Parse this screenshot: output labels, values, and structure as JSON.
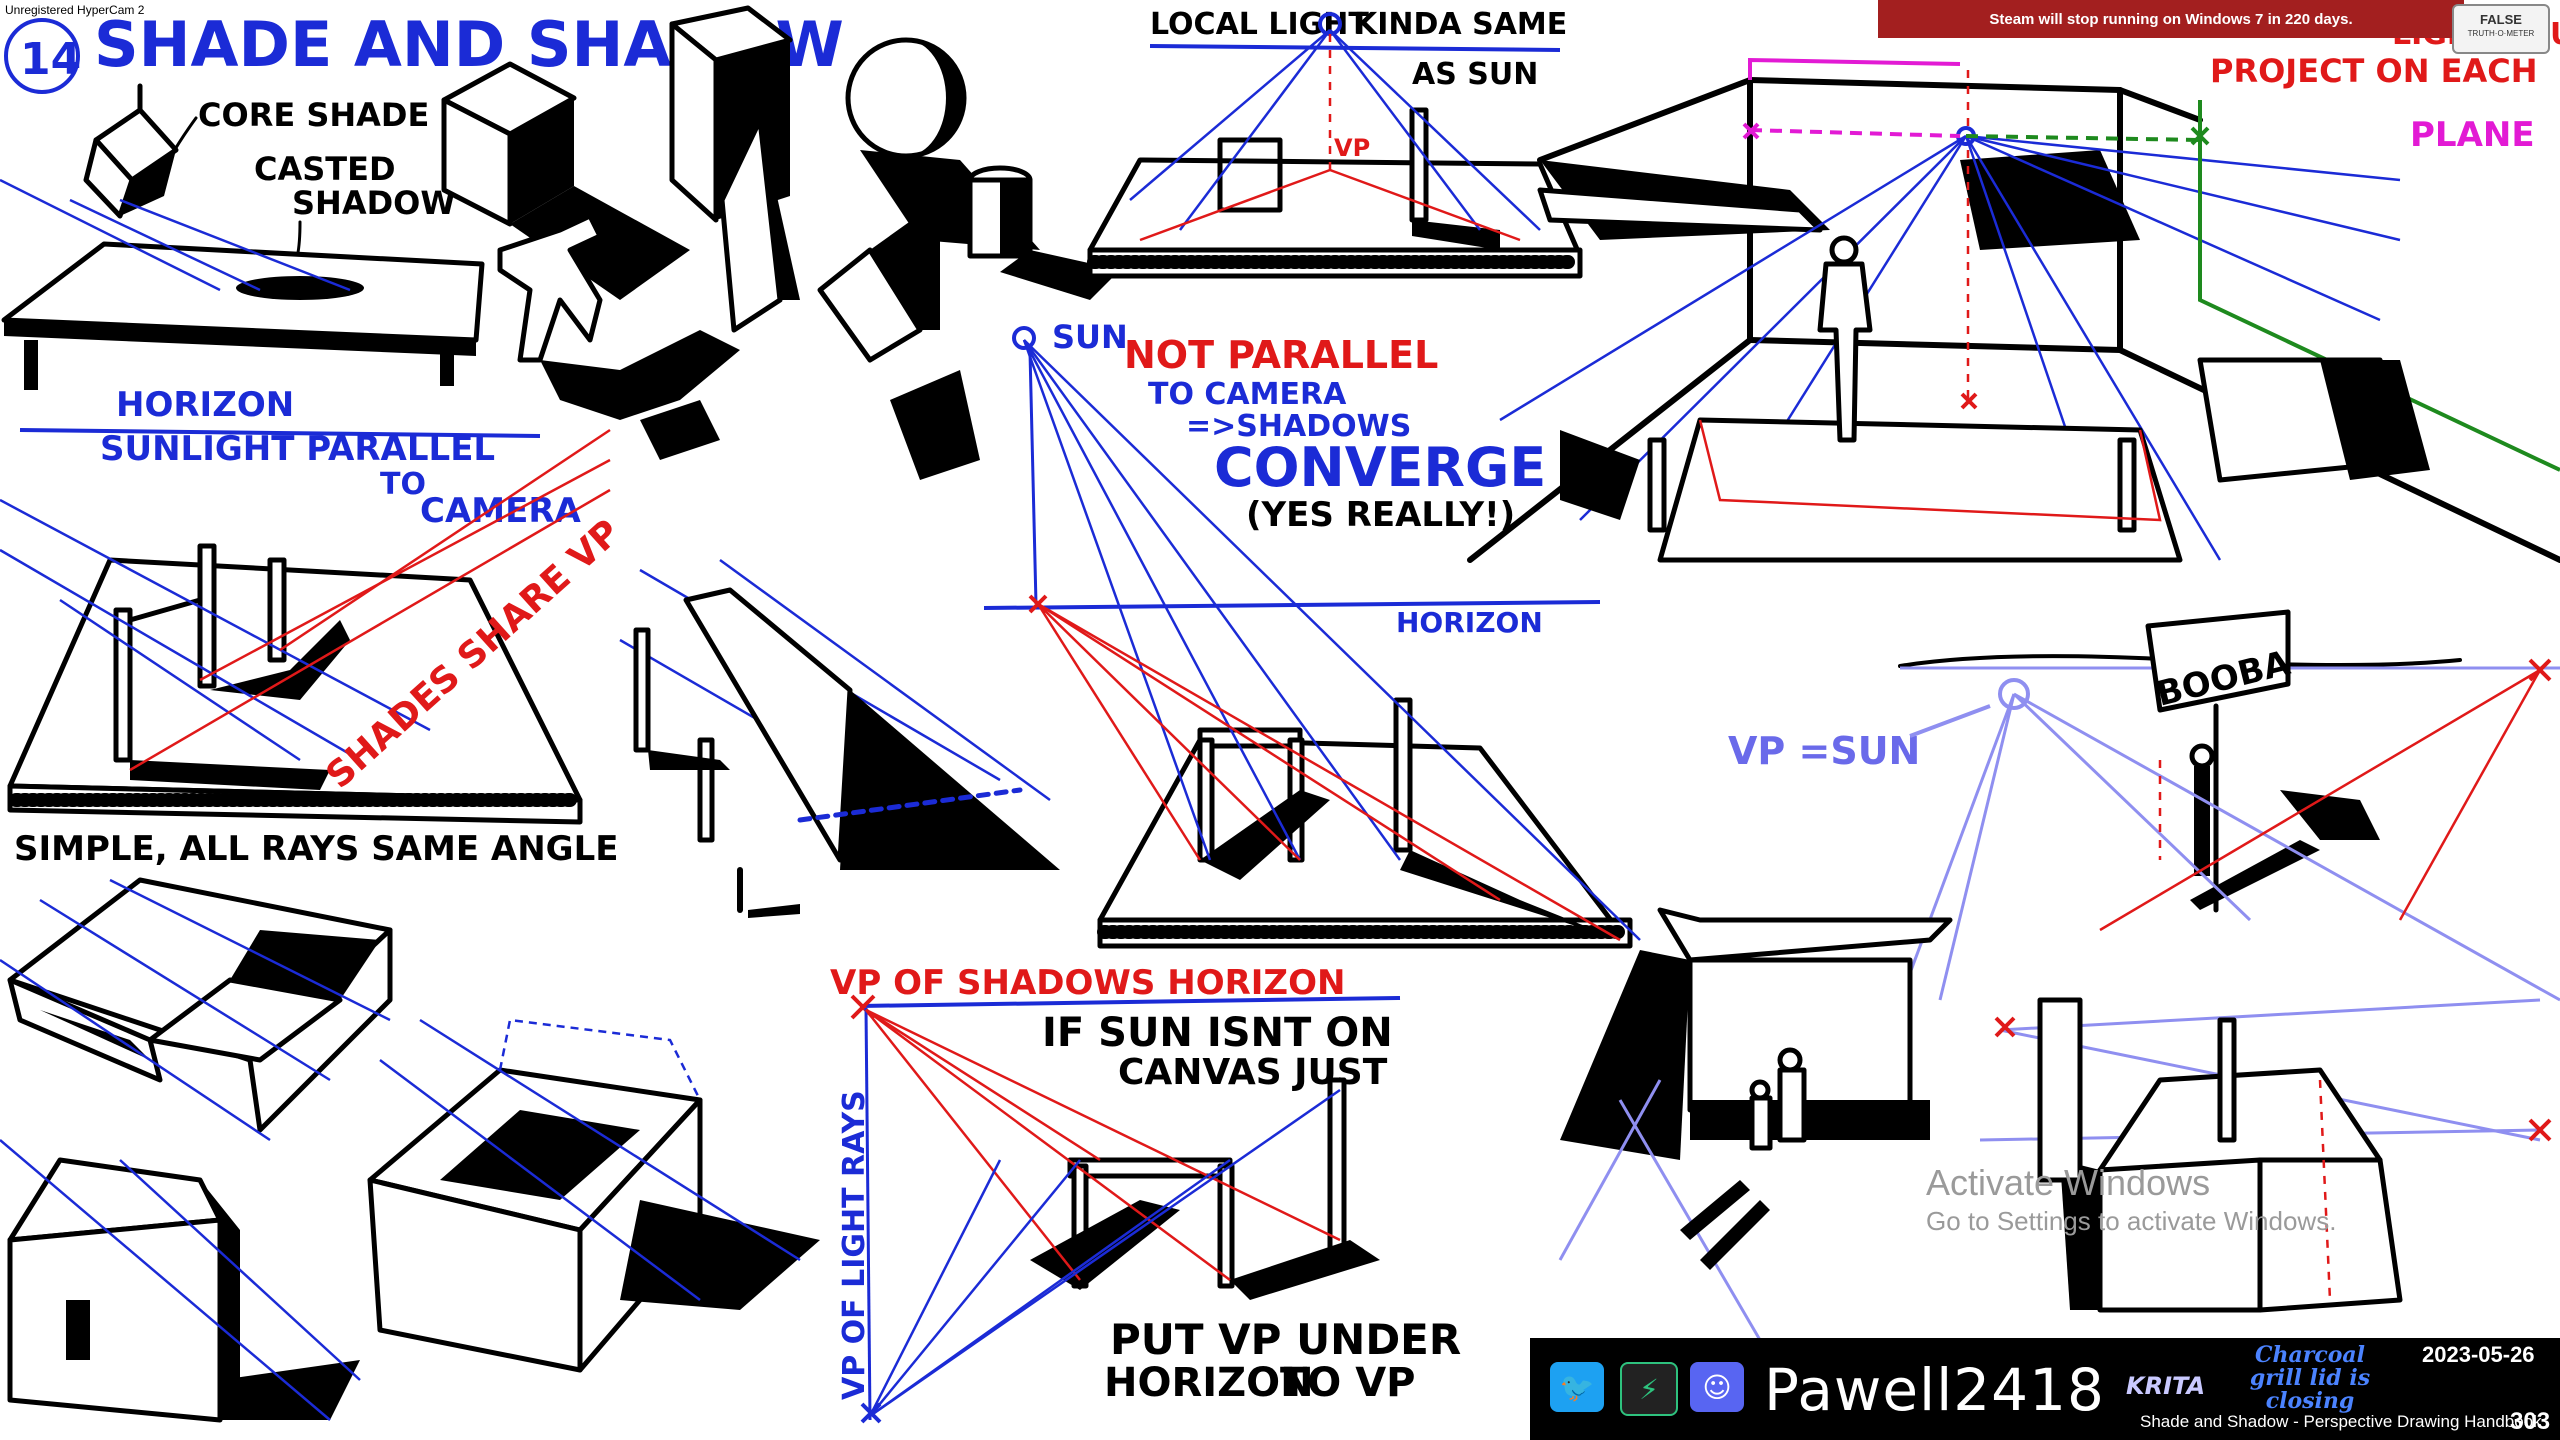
{
  "recorder": {
    "label": "Unregistered HyperCam 2"
  },
  "notifications": {
    "steam": "Steam will stop running on Windows 7 in 220 days.",
    "badge_title": "FALSE",
    "badge_sub": "TRUTH·O·METER"
  },
  "labels": {
    "section_number": "14",
    "title": "SHADE AND SHADOW",
    "core_shade": "CORE SHADE",
    "casted": "CASTED",
    "shadow": "SHADOW",
    "horizon_1": "HORIZON",
    "sunlight_parallel": "SUNLIGHT PARALLEL",
    "to": "TO",
    "camera": "CAMERA",
    "shades_share_vp": "SHADES SHARE VP",
    "simple_all_rays": "SIMPLE, ALL RAYS SAME ANGLE",
    "local_light": "LOCAL LIGHT",
    "kinda_same": "KINDA SAME",
    "as_sun": "AS SUN",
    "vp": "VP",
    "sun": "SUN",
    "not_parallel": "NOT PARALLEL",
    "to_camera": "TO CAMERA",
    "shadows_arrow": "=>SHADOWS",
    "converge": "CONVERGE",
    "yes_really": "(YES REALLY!)",
    "horizon_2": "HORIZON",
    "project_on_each": "PROJECT ON EACH",
    "light_source": "LIGHT SOURCE",
    "plane": "PLANE",
    "booba": "BOOBA",
    "vp_sun": "VP =SUN",
    "vp_of_shadows": "VP OF SHADOWS HORIZON",
    "vp_of_light_rays": "VP OF LIGHT RAYS",
    "if_sun_1": "IF SUN ISNT ON",
    "if_sun_2": "CANVAS JUST",
    "put_vp_1": "PUT VP UNDER",
    "put_vp_2": "HORIZON",
    "to_vp": "TO VP"
  },
  "watermark": {
    "line1": "Activate Windows",
    "line2": "Go to Settings to activate Windows."
  },
  "footer": {
    "twitter_icon": "twitter-icon",
    "app_icon": "app-icon",
    "discord_icon": "discord-icon",
    "username": "Pawell2418",
    "krita": "KRITA",
    "message": "Charcoal grill lid is closing",
    "date": "2023-05-26",
    "caption": "Shade and Shadow - Perspective Drawing Handbook",
    "page": "303"
  },
  "colors": {
    "blue": "#1b2bd6",
    "red": "#e01919",
    "light_blue": "#8f8ff0",
    "magenta": "#e21ad4",
    "green": "#1e8a1e"
  }
}
